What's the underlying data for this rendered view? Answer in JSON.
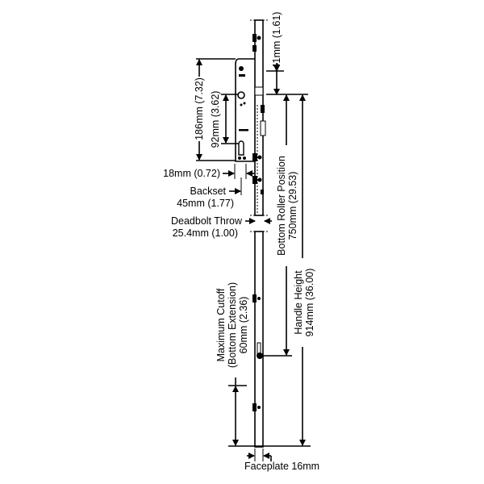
{
  "diagram": {
    "labels": {
      "top_rod": "41mm (1.61)",
      "case_height": "186mm (7.32)",
      "centres": "92mm (3.62)",
      "faceplate_to_case": "18mm (0.72)",
      "backset_title": "Backset",
      "backset_value": "45mm (1.77)",
      "deadbolt_title": "Deadbolt Throw",
      "deadbolt_value": "25.4mm (1.00)",
      "roller_title": "Bottom Roller Position",
      "roller_value": "750mm (29.53)",
      "handle_title": "Handle Height",
      "handle_value": "914mm (36.00)",
      "cutoff_title": "Maximum Cutoff",
      "cutoff_sub": "(Bottom Extension)",
      "cutoff_value": "60mm (2.36)",
      "faceplate": "Faceplate 16mm"
    }
  }
}
